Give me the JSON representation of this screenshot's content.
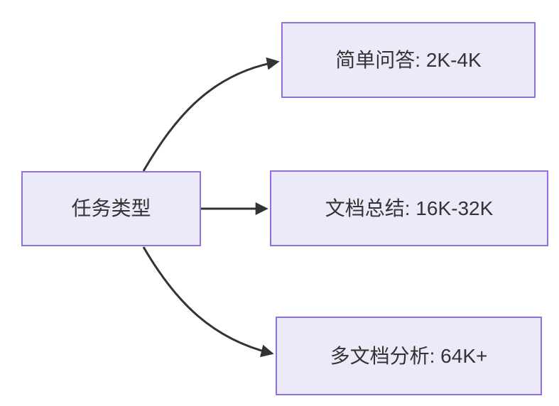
{
  "diagram": {
    "type": "flowchart-left-to-right",
    "root": {
      "label": "任务类型"
    },
    "branches": [
      {
        "label": "简单问答: 2K-4K"
      },
      {
        "label": "文档总结: 16K-32K"
      },
      {
        "label": "多文档分析: 64K+"
      }
    ],
    "colors": {
      "background": "#FFFFFF",
      "node_fill": "#ECE9F8",
      "node_border": "#9370DB",
      "text": "#333333",
      "arrow": "#333333"
    }
  }
}
